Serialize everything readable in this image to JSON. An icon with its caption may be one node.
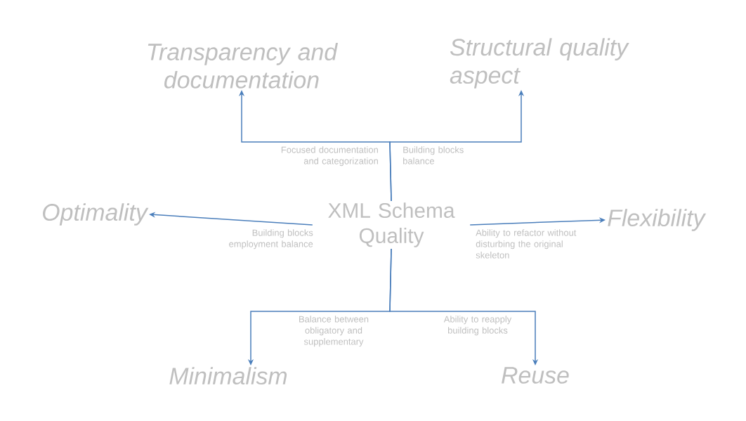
{
  "diagram": {
    "nodes": [
      {
        "text": [
          "XML Schema Quality"
        ]
      },
      {
        "text": [
          "Transparency and documentation"
        ]
      },
      {
        "text": [
          "Structural quality aspect"
        ]
      },
      {
        "text": [
          "Optimality"
        ]
      },
      {
        "text": [
          "Flexibility"
        ]
      },
      {
        "text": [
          "Minimalism"
        ]
      },
      {
        "text": [
          "Reuse"
        ]
      }
    ],
    "edges": [
      {
        "from": 0,
        "to": 1,
        "arrow": "to",
        "label": "Focused documentation and categorization"
      },
      {
        "from": 0,
        "to": 2,
        "arrow": "to",
        "label": "Building blocks balance"
      },
      {
        "from": 0,
        "to": 3,
        "arrow": "to",
        "label": "Building blocks employment balance"
      },
      {
        "from": 0,
        "to": 4,
        "arrow": "to",
        "label": "Ability to refactor without disturbing the original skeleton"
      },
      {
        "from": 0,
        "to": 5,
        "arrow": "to",
        "label": "Balance between obligatory and supplementary"
      },
      {
        "from": 0,
        "to": 6,
        "arrow": "to",
        "label": "Ability to reapply building blocks"
      }
    ]
  }
}
